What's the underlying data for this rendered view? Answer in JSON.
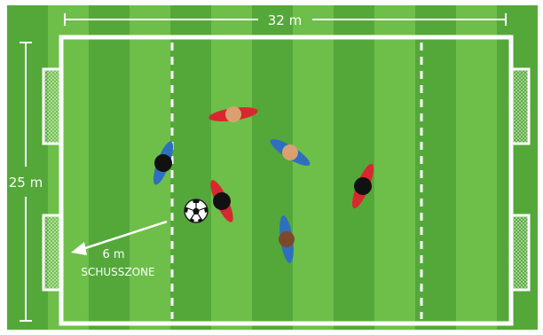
{
  "diagram": {
    "colors": {
      "grass_dark": "#54a83a",
      "grass_light": "#6dbf4a",
      "lines": "#ffffff",
      "red_team": "#d7282f",
      "blue_team": "#2f6fc0",
      "head_black": "#111111",
      "head_skin": "#d9a070",
      "head_brown": "#7a4a2a"
    },
    "labels": {
      "width": "32 m",
      "height": "25 m",
      "zone_distance": "6 m",
      "zone_name": "SCHUSSZONE"
    },
    "players": [
      {
        "team": "red",
        "head": "skin"
      },
      {
        "team": "blue",
        "head": "skin"
      },
      {
        "team": "blue",
        "head": "black"
      },
      {
        "team": "red",
        "head": "black"
      },
      {
        "team": "blue",
        "head": "brown"
      },
      {
        "team": "red",
        "head": "black"
      }
    ],
    "ball": "soccer-ball"
  }
}
